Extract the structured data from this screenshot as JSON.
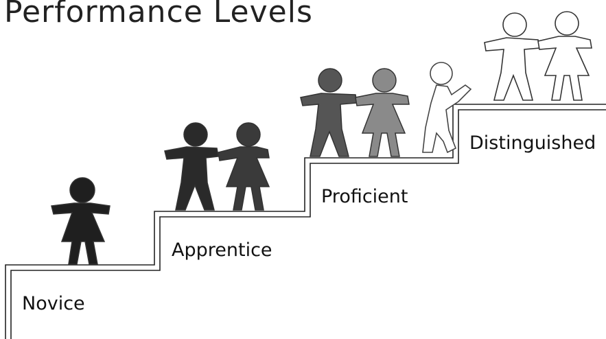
{
  "title": "Performance Levels",
  "levels": [
    {
      "label": "Novice",
      "figures": 1,
      "shade": "#1a1a1a"
    },
    {
      "label": "Apprentice",
      "figures": 2,
      "shade": "#2b2b2b"
    },
    {
      "label": "Proficient",
      "figures": 3,
      "shade": "#6a6a6a"
    },
    {
      "label": "Distinguished",
      "figures": 2,
      "shade": "#ffffff"
    }
  ],
  "colors": {
    "line": "#222222",
    "figure_outline": "#333333"
  }
}
